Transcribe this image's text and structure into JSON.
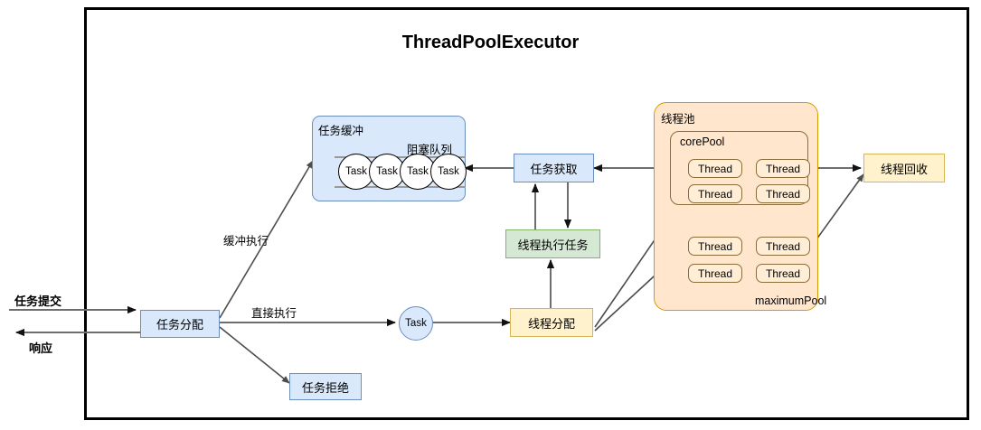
{
  "diagram": {
    "title": "ThreadPoolExecutor",
    "frame_name": "outer-frame"
  },
  "left_flow": {
    "submit_label": "任务提交",
    "response_label": "响应"
  },
  "nodes": {
    "task_dispatch": "任务分配",
    "task_reject": "任务拒绝",
    "task_buffer": "任务缓冲",
    "blocking_queue": "阻塞队列",
    "task_fetch": "任务获取",
    "thread_execute": "线程执行任务",
    "thread_dispatch": "线程分配",
    "thread_recycle": "线程回收",
    "task_circle": "Task"
  },
  "edge_labels": {
    "buffered_exec": "缓冲执行",
    "direct_exec": "直接执行"
  },
  "queue": {
    "tasks": [
      "Task",
      "Task",
      "Task",
      "Task"
    ]
  },
  "thread_pool": {
    "pool_label": "线程池",
    "core_label": "corePool",
    "maximum_label": "maximumPool",
    "core_threads": [
      "Thread",
      "Thread",
      "Thread",
      "Thread"
    ],
    "extra_threads": [
      "Thread",
      "Thread",
      "Thread",
      "Thread"
    ]
  },
  "colors": {
    "blue_fill": "#dae8fc",
    "blue_stroke": "#6c8ebf",
    "green_fill": "#d5e8d4",
    "green_stroke": "#82b366",
    "yellow_fill": "#fff2cc",
    "yellow_stroke": "#d6b656",
    "pool_fill": "#ffe6cc",
    "pool_stroke": "#d79b00",
    "arrow": "#6e6e6e",
    "frame": "#000000"
  }
}
